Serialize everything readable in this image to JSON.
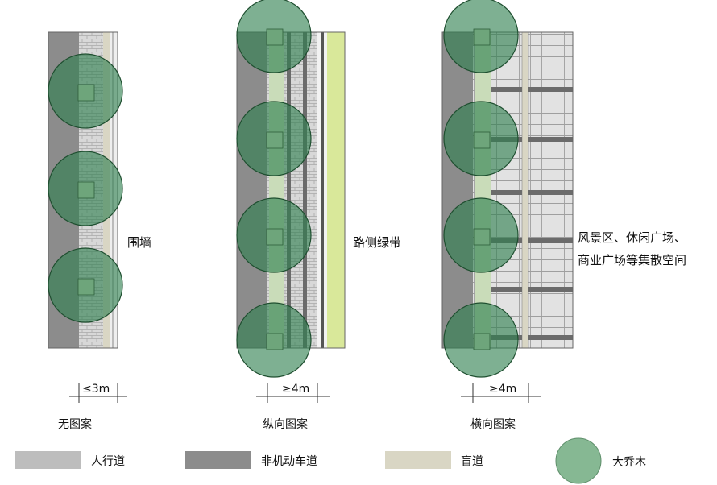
{
  "colors": {
    "vehicle_lane": "#8c8c8c",
    "sidewalk": "#d6d6d6",
    "tactile": "#d9d6c4",
    "greenbelt": "#d9e89a",
    "tree_fill": "#2f7f4f",
    "tree_stroke": "#1f4f30",
    "legend_tree": "#86b893"
  },
  "panels": {
    "p1": {
      "caption": "无图案",
      "dimension": "≤3m",
      "side_label": "围墙"
    },
    "p2": {
      "caption": "纵向图案",
      "dimension": "≥4m",
      "side_label": "路侧绿带"
    },
    "p3": {
      "caption": "横向图案",
      "dimension": "≥4m",
      "side_label_line1": "风景区、休闲广场、",
      "side_label_line2": "商业广场等集散空间"
    }
  },
  "legend": [
    {
      "label": "人行道",
      "swatch": "sidewalk"
    },
    {
      "label": "非机动车道",
      "swatch": "vehicle_lane"
    },
    {
      "label": "盲道",
      "swatch": "tactile"
    },
    {
      "label": "大乔木",
      "swatch": "tree"
    }
  ]
}
